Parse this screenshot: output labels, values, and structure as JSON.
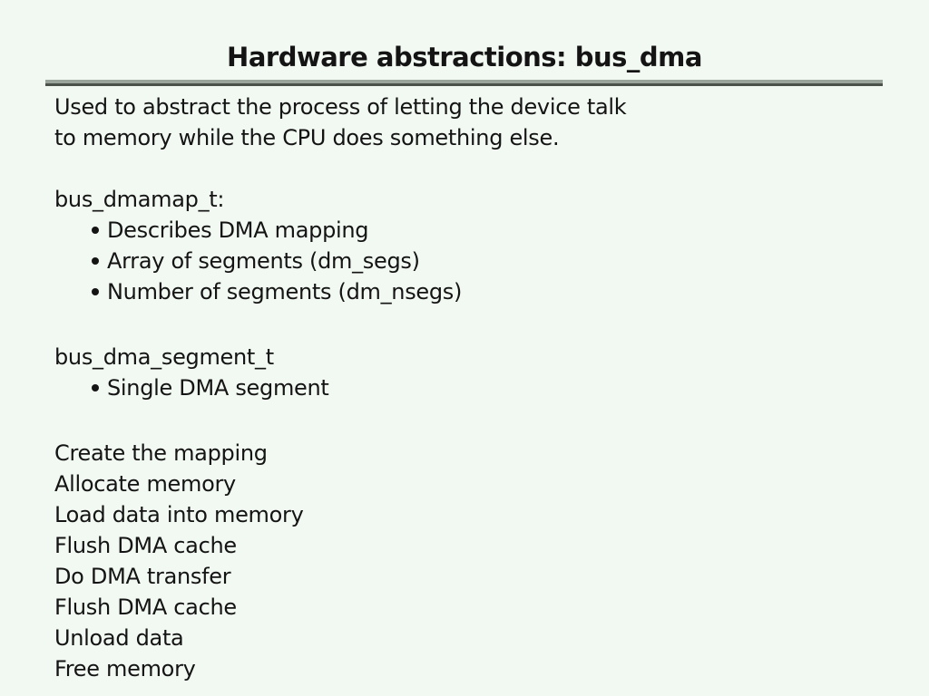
{
  "slide": {
    "title": "Hardware abstractions: bus_dma",
    "background_color": "#f2f9f2",
    "text_color": "#141414",
    "divider_top_color": "#9ba49b",
    "divider_bottom_color": "#4a524a"
  },
  "content": {
    "intro_lines": [
      "Used to abstract the process of letting the device talk",
      "to memory while the CPU does something else."
    ],
    "dmamap": {
      "heading": "bus_dmamap_t:",
      "bullets": [
        "Describes DMA mapping",
        "Array of segments (dm_segs)",
        "Number of segments (dm_nsegs)"
      ]
    },
    "segment": {
      "heading": "bus_dma_segment_t",
      "bullets": [
        "Single DMA segment"
      ]
    },
    "steps": [
      "Create the mapping",
      "Allocate memory",
      "Load data into memory",
      "Flush DMA cache",
      "Do DMA transfer",
      "Flush DMA cache",
      "Unload data",
      "Free memory"
    ]
  }
}
